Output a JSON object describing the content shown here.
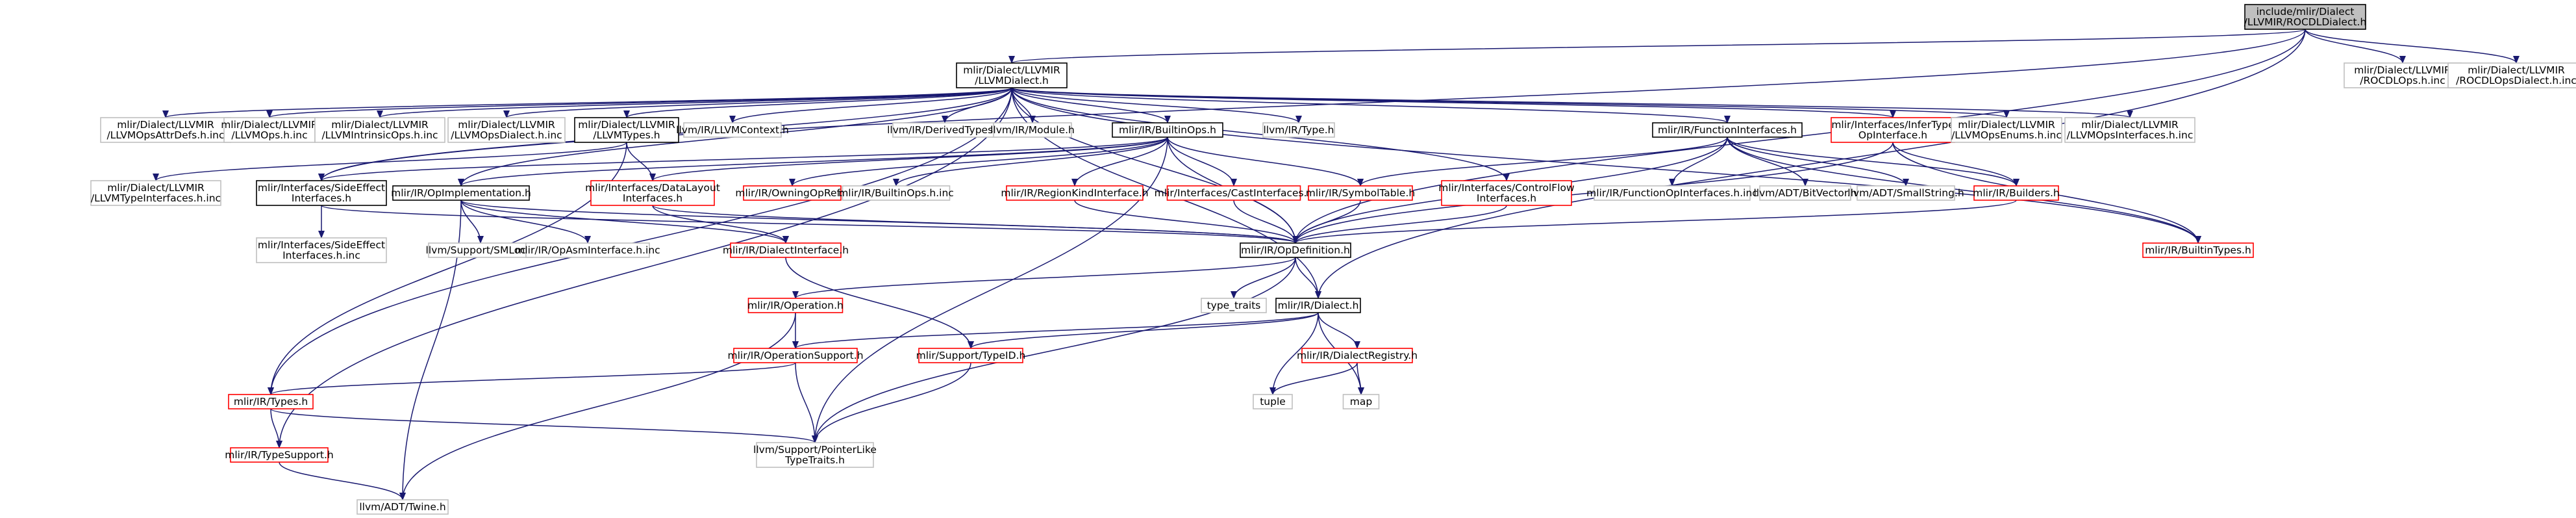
{
  "colors": {
    "edge": "#191970",
    "root_fill": "#bfbfbf",
    "root_stroke": "#000000",
    "node_fill": "#ffffff",
    "linked_stroke": "#000000",
    "external_stroke": "#bfbfbf",
    "missing_stroke": "#ff0000"
  },
  "nodes": [
    {
      "id": "root",
      "lines": [
        "include/mlir/Dialect",
        "/LLVMIR/ROCDLDialect.h"
      ],
      "style": "root"
    },
    {
      "id": "llvmdialect",
      "lines": [
        "mlir/Dialect/LLVMIR",
        "/LLVMDialect.h"
      ],
      "style": "linked"
    },
    {
      "id": "rocdlops",
      "lines": [
        "mlir/Dialect/LLVMIR",
        "/ROCDLOps.h.inc"
      ],
      "style": "external"
    },
    {
      "id": "rocdlopsdialect",
      "lines": [
        "mlir/Dialect/LLVMIR",
        "/ROCDLOpsDialect.h.inc"
      ],
      "style": "external"
    },
    {
      "id": "llvmopsattrdefs",
      "lines": [
        "mlir/Dialect/LLVMIR",
        "/LLVMOpsAttrDefs.h.inc"
      ],
      "style": "external"
    },
    {
      "id": "llvmopsinc",
      "lines": [
        "mlir/Dialect/LLVMIR",
        "/LLVMOps.h.inc"
      ],
      "style": "external"
    },
    {
      "id": "llvmintrinsicops",
      "lines": [
        "mlir/Dialect/LLVMIR",
        "/LLVMIntrinsicOps.h.inc"
      ],
      "style": "external"
    },
    {
      "id": "llvmopsdialect",
      "lines": [
        "mlir/Dialect/LLVMIR",
        "/LLVMOpsDialect.h.inc"
      ],
      "style": "external"
    },
    {
      "id": "llvmtypes",
      "lines": [
        "mlir/Dialect/LLVMIR",
        "/LLVMTypes.h"
      ],
      "style": "linked"
    },
    {
      "id": "llvmcontext",
      "lines": [
        "llvm/IR/LLVMContext.h"
      ],
      "style": "external"
    },
    {
      "id": "derivedtypes",
      "lines": [
        "llvm/IR/DerivedTypes.h"
      ],
      "style": "external"
    },
    {
      "id": "module",
      "lines": [
        "llvm/IR/Module.h"
      ],
      "style": "external"
    },
    {
      "id": "builtinops",
      "lines": [
        "mlir/IR/BuiltinOps.h"
      ],
      "style": "linked"
    },
    {
      "id": "llvmtype",
      "lines": [
        "llvm/IR/Type.h"
      ],
      "style": "external"
    },
    {
      "id": "functioninterfaces",
      "lines": [
        "mlir/IR/FunctionInterfaces.h"
      ],
      "style": "linked"
    },
    {
      "id": "infertype",
      "lines": [
        "mlir/Interfaces/InferType",
        "OpInterface.h"
      ],
      "style": "missing"
    },
    {
      "id": "llvmopsenums",
      "lines": [
        "mlir/Dialect/LLVMIR",
        "/LLVMOpsEnums.h.inc"
      ],
      "style": "external"
    },
    {
      "id": "llvmopsinterfaces",
      "lines": [
        "mlir/Dialect/LLVMIR",
        "/LLVMOpsInterfaces.h.inc"
      ],
      "style": "external"
    },
    {
      "id": "llvmtypeinterfaces",
      "lines": [
        "mlir/Dialect/LLVMIR",
        "/LLVMTypeInterfaces.h.inc"
      ],
      "style": "external"
    },
    {
      "id": "sideeffect",
      "lines": [
        "mlir/Interfaces/SideEffect",
        "Interfaces.h"
      ],
      "style": "linked"
    },
    {
      "id": "opimpl",
      "lines": [
        "mlir/IR/OpImplementation.h"
      ],
      "style": "linked"
    },
    {
      "id": "datalayout",
      "lines": [
        "mlir/Interfaces/DataLayout",
        "Interfaces.h"
      ],
      "style": "missing"
    },
    {
      "id": "owningopref",
      "lines": [
        "mlir/IR/OwningOpRef.h"
      ],
      "style": "missing"
    },
    {
      "id": "builtinopsinc",
      "lines": [
        "mlir/IR/BuiltinOps.h.inc"
      ],
      "style": "external"
    },
    {
      "id": "regionkind",
      "lines": [
        "mlir/IR/RegionKindInterface.h"
      ],
      "style": "missing"
    },
    {
      "id": "castinterfaces",
      "lines": [
        "mlir/Interfaces/CastInterfaces.h"
      ],
      "style": "missing"
    },
    {
      "id": "symboltable",
      "lines": [
        "mlir/IR/SymbolTable.h"
      ],
      "style": "missing"
    },
    {
      "id": "controlflow",
      "lines": [
        "mlir/Interfaces/ControlFlow",
        "Interfaces.h"
      ],
      "style": "missing"
    },
    {
      "id": "funcopinterfaces",
      "lines": [
        "mlir/IR/FunctionOpInterfaces.h.inc"
      ],
      "style": "external"
    },
    {
      "id": "bitvector",
      "lines": [
        "llvm/ADT/BitVector.h"
      ],
      "style": "external"
    },
    {
      "id": "smallstring",
      "lines": [
        "llvm/ADT/SmallString.h"
      ],
      "style": "external"
    },
    {
      "id": "builders",
      "lines": [
        "mlir/IR/Builders.h"
      ],
      "style": "missing"
    },
    {
      "id": "sideeffectinc",
      "lines": [
        "mlir/Interfaces/SideEffect",
        "Interfaces.h.inc"
      ],
      "style": "external"
    },
    {
      "id": "smloc",
      "lines": [
        "llvm/Support/SMLoc.h"
      ],
      "style": "external"
    },
    {
      "id": "opasminterface",
      "lines": [
        "mlir/IR/OpAsmInterface.h.inc"
      ],
      "style": "external"
    },
    {
      "id": "dialectinterface",
      "lines": [
        "mlir/IR/DialectInterface.h"
      ],
      "style": "missing"
    },
    {
      "id": "opdefinition",
      "lines": [
        "mlir/IR/OpDefinition.h"
      ],
      "style": "linked"
    },
    {
      "id": "builtintypes",
      "lines": [
        "mlir/IR/BuiltinTypes.h"
      ],
      "style": "missing"
    },
    {
      "id": "typetraits",
      "lines": [
        "type_traits"
      ],
      "style": "external"
    },
    {
      "id": "operation",
      "lines": [
        "mlir/IR/Operation.h"
      ],
      "style": "missing"
    },
    {
      "id": "dialect",
      "lines": [
        "mlir/IR/Dialect.h"
      ],
      "style": "linked"
    },
    {
      "id": "operationsupport",
      "lines": [
        "mlir/IR/OperationSupport.h"
      ],
      "style": "missing"
    },
    {
      "id": "typeid",
      "lines": [
        "mlir/Support/TypeID.h"
      ],
      "style": "missing"
    },
    {
      "id": "dialectregistry",
      "lines": [
        "mlir/IR/DialectRegistry.h"
      ],
      "style": "missing"
    },
    {
      "id": "tuple",
      "lines": [
        "tuple"
      ],
      "style": "external"
    },
    {
      "id": "map",
      "lines": [
        "map"
      ],
      "style": "external"
    },
    {
      "id": "irtypes",
      "lines": [
        "mlir/IR/Types.h"
      ],
      "style": "missing"
    },
    {
      "id": "pointerlike",
      "lines": [
        "llvm/Support/PointerLike",
        "TypeTraits.h"
      ],
      "style": "external"
    },
    {
      "id": "typesupport",
      "lines": [
        "mlir/IR/TypeSupport.h"
      ],
      "style": "missing"
    },
    {
      "id": "twine",
      "lines": [
        "llvm/ADT/Twine.h"
      ],
      "style": "external"
    }
  ],
  "edges": [
    [
      "root",
      "llvmdialect"
    ],
    [
      "root",
      "rocdlops"
    ],
    [
      "root",
      "rocdlopsdialect"
    ],
    [
      "root",
      "opdefinition"
    ],
    [
      "root",
      "dialect"
    ],
    [
      "root",
      "sideeffect"
    ],
    [
      "llvmdialect",
      "llvmopsattrdefs"
    ],
    [
      "llvmdialect",
      "llvmopsinc"
    ],
    [
      "llvmdialect",
      "llvmintrinsicops"
    ],
    [
      "llvmdialect",
      "llvmopsdialect"
    ],
    [
      "llvmdialect",
      "llvmtypes"
    ],
    [
      "llvmdialect",
      "llvmcontext"
    ],
    [
      "llvmdialect",
      "derivedtypes"
    ],
    [
      "llvmdialect",
      "module"
    ],
    [
      "llvmdialect",
      "builtinops"
    ],
    [
      "llvmdialect",
      "llvmtype"
    ],
    [
      "llvmdialect",
      "functioninterfaces"
    ],
    [
      "llvmdialect",
      "infertype"
    ],
    [
      "llvmdialect",
      "llvmopsenums"
    ],
    [
      "llvmdialect",
      "llvmopsinterfaces"
    ],
    [
      "llvmdialect",
      "sideeffect"
    ],
    [
      "llvmdialect",
      "opimpl"
    ],
    [
      "llvmdialect",
      "controlflow"
    ],
    [
      "llvmdialect",
      "opdefinition"
    ],
    [
      "llvmdialect",
      "irtypes"
    ],
    [
      "llvmdialect",
      "typesupport"
    ],
    [
      "llvmdialect",
      "builtintypes"
    ],
    [
      "llvmdialect",
      "dialect"
    ],
    [
      "llvmtypes",
      "llvmtypeinterfaces"
    ],
    [
      "llvmtypes",
      "datalayout"
    ],
    [
      "llvmtypes",
      "irtypes"
    ],
    [
      "builtinops",
      "sideeffect"
    ],
    [
      "builtinops",
      "opimpl"
    ],
    [
      "builtinops",
      "datalayout"
    ],
    [
      "builtinops",
      "owningopref"
    ],
    [
      "builtinops",
      "builtinopsinc"
    ],
    [
      "builtinops",
      "regionkind"
    ],
    [
      "builtinops",
      "castinterfaces"
    ],
    [
      "builtinops",
      "symboltable"
    ],
    [
      "builtinops",
      "opdefinition"
    ],
    [
      "builtinops",
      "pointerlike"
    ],
    [
      "functioninterfaces",
      "symboltable"
    ],
    [
      "functioninterfaces",
      "funcopinterfaces"
    ],
    [
      "functioninterfaces",
      "bitvector"
    ],
    [
      "functioninterfaces",
      "smallstring"
    ],
    [
      "functioninterfaces",
      "builders"
    ],
    [
      "functioninterfaces",
      "opdefinition"
    ],
    [
      "functioninterfaces",
      "builtintypes"
    ],
    [
      "infertype",
      "builders"
    ],
    [
      "infertype",
      "opdefinition"
    ],
    [
      "infertype",
      "builtintypes"
    ],
    [
      "sideeffect",
      "sideeffectinc"
    ],
    [
      "sideeffect",
      "opdefinition"
    ],
    [
      "opimpl",
      "smloc"
    ],
    [
      "opimpl",
      "opasminterface"
    ],
    [
      "opimpl",
      "dialectinterface"
    ],
    [
      "opimpl",
      "opdefinition"
    ],
    [
      "opimpl",
      "twine"
    ],
    [
      "datalayout",
      "dialectinterface"
    ],
    [
      "datalayout",
      "opdefinition"
    ],
    [
      "regionkind",
      "opdefinition"
    ],
    [
      "castinterfaces",
      "opdefinition"
    ],
    [
      "symboltable",
      "opdefinition"
    ],
    [
      "controlflow",
      "opdefinition"
    ],
    [
      "builders",
      "opdefinition"
    ],
    [
      "dialectinterface",
      "typeid"
    ],
    [
      "opdefinition",
      "operation"
    ],
    [
      "opdefinition",
      "typetraits"
    ],
    [
      "opdefinition",
      "dialect"
    ],
    [
      "opdefinition",
      "pointerlike"
    ],
    [
      "operation",
      "operationsupport"
    ],
    [
      "operation",
      "twine"
    ],
    [
      "dialect",
      "operationsupport"
    ],
    [
      "dialect",
      "typeid"
    ],
    [
      "dialect",
      "dialectregistry"
    ],
    [
      "dialect",
      "tuple"
    ],
    [
      "dialect",
      "map"
    ],
    [
      "dialectregistry",
      "tuple"
    ],
    [
      "dialectregistry",
      "map"
    ],
    [
      "operationsupport",
      "irtypes"
    ],
    [
      "operationsupport",
      "pointerlike"
    ],
    [
      "typeid",
      "pointerlike"
    ],
    [
      "irtypes",
      "typesupport"
    ],
    [
      "irtypes",
      "pointerlike"
    ],
    [
      "typesupport",
      "twine"
    ]
  ]
}
